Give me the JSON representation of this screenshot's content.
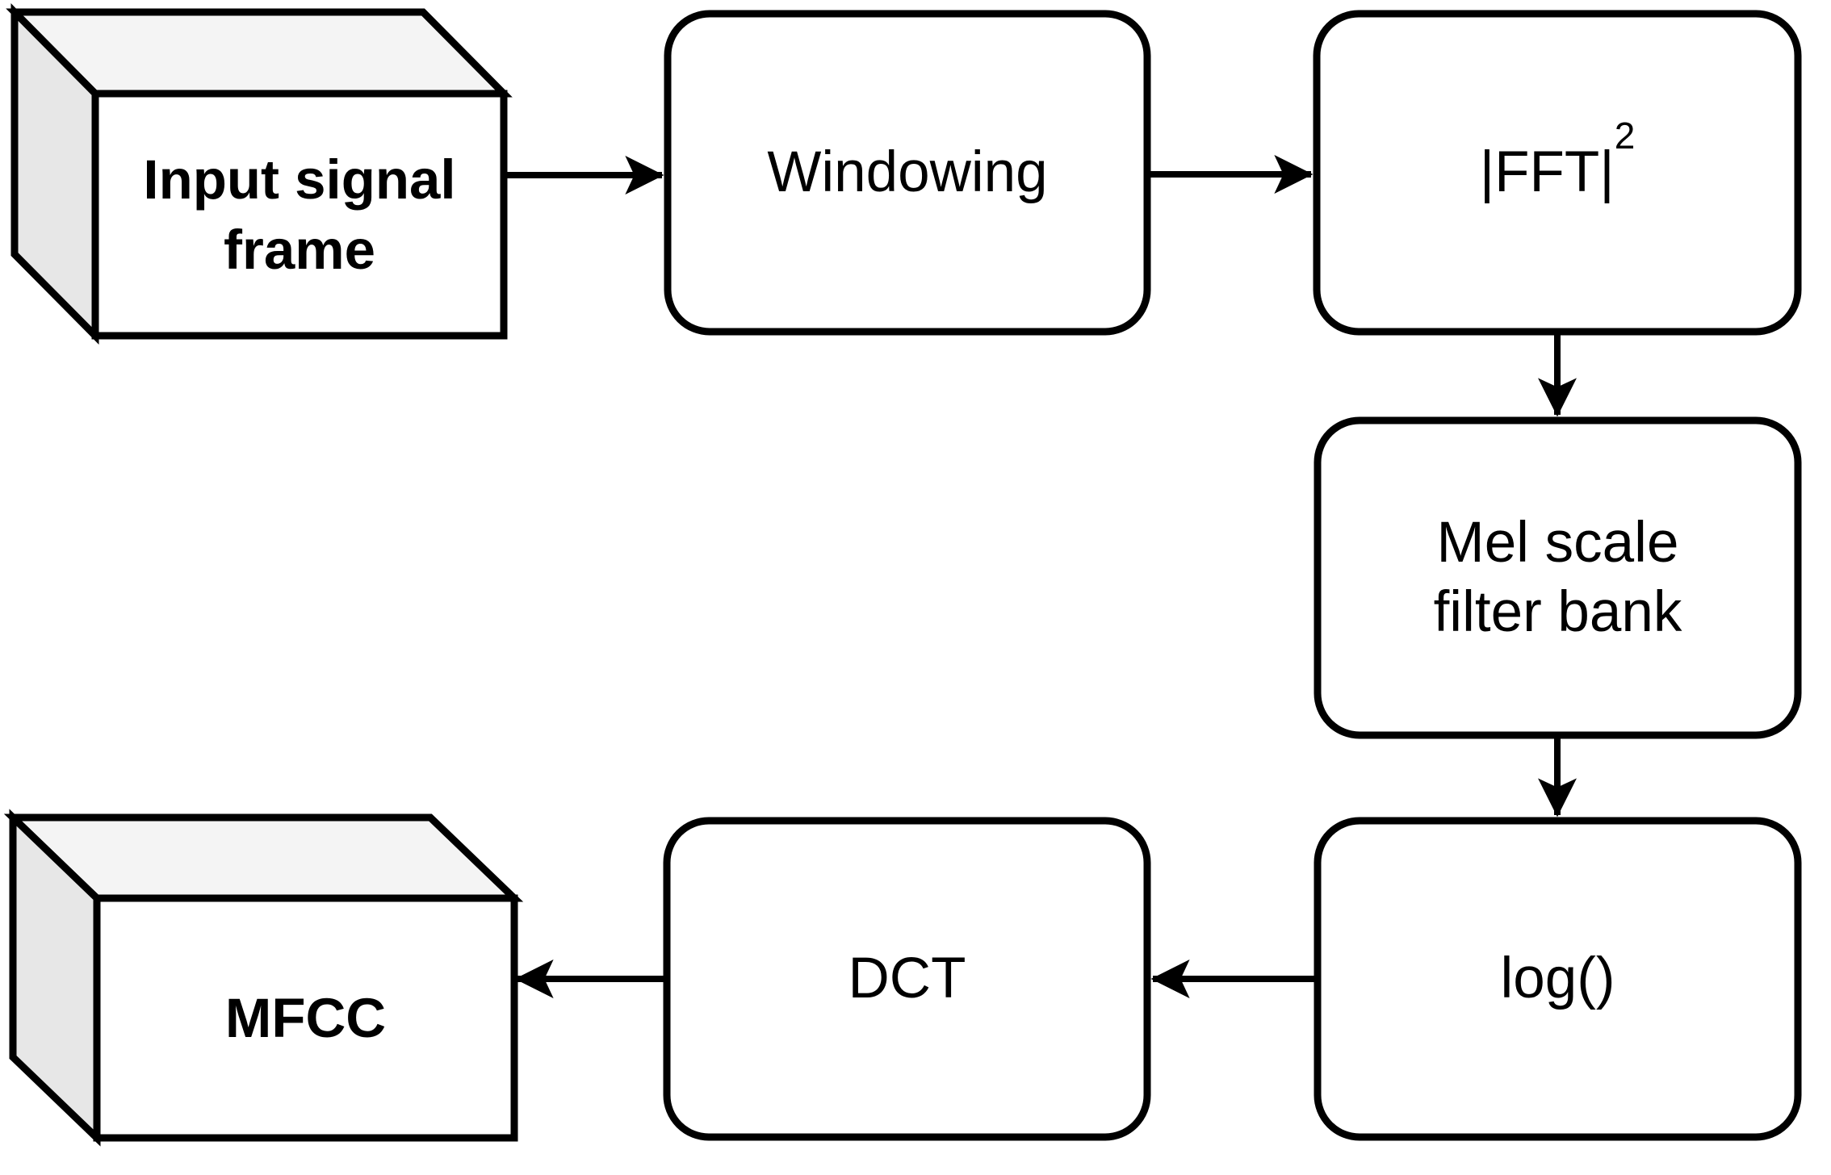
{
  "diagram": {
    "background": "#ffffff",
    "stroke_color": "#000000",
    "box_fill": "#ffffff",
    "top_face_fill": "#f4f4f4",
    "side_face_fill": "#e7e7e7",
    "nodes": {
      "input": {
        "shape": "3d-box",
        "line1": "Input signal",
        "line2": "frame"
      },
      "windowing": {
        "shape": "rounded-rect",
        "label": "Windowing"
      },
      "fft": {
        "shape": "rounded-rect",
        "base": "|FFT|",
        "superscript": "2"
      },
      "mel": {
        "shape": "rounded-rect",
        "line1": "Mel scale",
        "line2": "filter bank"
      },
      "log": {
        "shape": "rounded-rect",
        "label": "log()"
      },
      "dct": {
        "shape": "rounded-rect",
        "label": "DCT"
      },
      "mfcc": {
        "shape": "3d-box",
        "label": "MFCC"
      }
    },
    "edges": [
      {
        "from": "input",
        "to": "windowing"
      },
      {
        "from": "windowing",
        "to": "fft"
      },
      {
        "from": "fft",
        "to": "mel"
      },
      {
        "from": "mel",
        "to": "log"
      },
      {
        "from": "log",
        "to": "dct"
      },
      {
        "from": "dct",
        "to": "mfcc"
      }
    ]
  }
}
